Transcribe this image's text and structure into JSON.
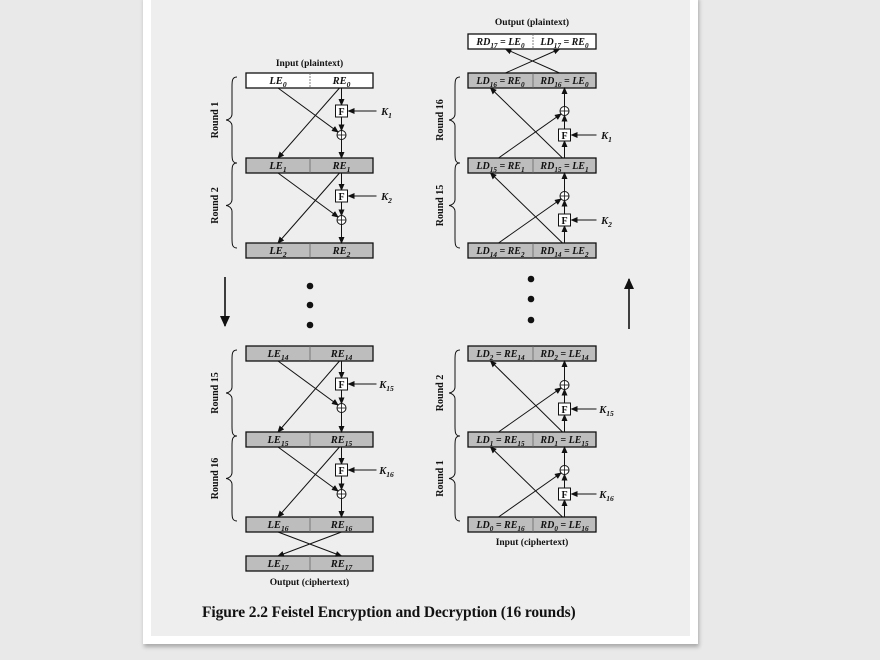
{
  "figure": {
    "caption": "Figure 2.2  Feistel Encryption and Decryption (16 rounds)",
    "colors": {
      "shaded_box": "#bdbdbd",
      "white_box": "#ffffff",
      "background": "#eeeeee",
      "ink": "#111111"
    }
  },
  "encryption": {
    "input_label": "Input (plaintext)",
    "output_label": "Output (ciphertext)",
    "direction": "down",
    "rows": [
      {
        "left": "LE",
        "left_sub": "0",
        "right": "RE",
        "right_sub": "0",
        "shaded": false
      },
      {
        "left": "LE",
        "left_sub": "1",
        "right": "RE",
        "right_sub": "1",
        "shaded": true
      },
      {
        "left": "LE",
        "left_sub": "2",
        "right": "RE",
        "right_sub": "2",
        "shaded": true
      },
      {
        "left": "LE",
        "left_sub": "14",
        "right": "RE",
        "right_sub": "14",
        "shaded": true
      },
      {
        "left": "LE",
        "left_sub": "15",
        "right": "RE",
        "right_sub": "15",
        "shaded": true
      },
      {
        "left": "LE",
        "left_sub": "16",
        "right": "RE",
        "right_sub": "16",
        "shaded": true
      },
      {
        "left": "LE",
        "left_sub": "17",
        "right": "RE",
        "right_sub": "17",
        "shaded": true
      }
    ],
    "rounds": [
      "Round 1",
      "Round 2",
      "Round 15",
      "Round 16"
    ],
    "keys": [
      {
        "k": "K",
        "sub": "1"
      },
      {
        "k": "K",
        "sub": "2"
      },
      {
        "k": "K",
        "sub": "15"
      },
      {
        "k": "K",
        "sub": "16"
      }
    ],
    "function_label": "F"
  },
  "decryption": {
    "input_label": "Input (ciphertext)",
    "output_label": "Output (plaintext)",
    "direction": "up",
    "rows": [
      {
        "l": "RD",
        "l_sub": "17",
        "l_eq": "LE",
        "l_eq_sub": "0",
        "r": "LD",
        "r_sub": "17",
        "r_eq": "RE",
        "r_eq_sub": "0",
        "shaded": false
      },
      {
        "l": "LD",
        "l_sub": "16",
        "l_eq": "RE",
        "l_eq_sub": "0",
        "r": "RD",
        "r_sub": "16",
        "r_eq": "LE",
        "r_eq_sub": "0",
        "shaded": true
      },
      {
        "l": "LD",
        "l_sub": "15",
        "l_eq": "RE",
        "l_eq_sub": "1",
        "r": "RD",
        "r_sub": "15",
        "r_eq": "LE",
        "r_eq_sub": "1",
        "shaded": true
      },
      {
        "l": "LD",
        "l_sub": "14",
        "l_eq": "RE",
        "l_eq_sub": "2",
        "r": "RD",
        "r_sub": "14",
        "r_eq": "LE",
        "r_eq_sub": "2",
        "shaded": true
      },
      {
        "l": "LD",
        "l_sub": "2",
        "l_eq": "RE",
        "l_eq_sub": "14",
        "r": "RD",
        "r_sub": "2",
        "r_eq": "LE",
        "r_eq_sub": "14",
        "shaded": true
      },
      {
        "l": "LD",
        "l_sub": "1",
        "l_eq": "RE",
        "l_eq_sub": "15",
        "r": "RD",
        "r_sub": "1",
        "r_eq": "LE",
        "r_eq_sub": "15",
        "shaded": true
      },
      {
        "l": "LD",
        "l_sub": "0",
        "l_eq": "RE",
        "l_eq_sub": "16",
        "r": "RD",
        "r_sub": "0",
        "r_eq": "LE",
        "r_eq_sub": "16",
        "shaded": true
      }
    ],
    "rounds": [
      "Round 16",
      "Round 15",
      "Round 2",
      "Round 1"
    ],
    "keys": [
      {
        "k": "K",
        "sub": "1"
      },
      {
        "k": "K",
        "sub": "2"
      },
      {
        "k": "K",
        "sub": "15"
      },
      {
        "k": "K",
        "sub": "16"
      }
    ],
    "function_label": "F"
  }
}
